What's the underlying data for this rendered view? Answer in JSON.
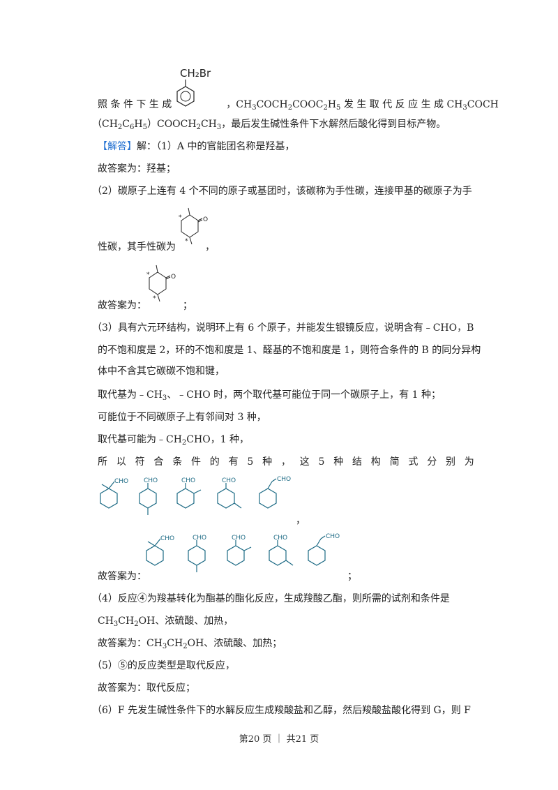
{
  "line1": {
    "a": "照 条 件 下 生 成",
    "b": "，CH",
    "c": "COCH",
    "d": "COOC",
    "e": "H",
    "f": " 发 生 取 代 反 应 生 成 CH",
    "g": "COCH"
  },
  "line2": {
    "a": "（CH",
    "b": "C",
    "c": "H",
    "d": "）COOCH",
    "e": "CH",
    "f": "，最后发生碱性条件下水解然后酸化得到目标产物。"
  },
  "answer_tag": "【解答】",
  "line3": "解：（1）A 中的官能团名称是羟基，",
  "line4": "故答案为：羟基；",
  "line5": "（2）碳原子上连有 4 个不同的原子或基团时，该碳称为手性碳，连接甲基的碳原子为手",
  "line6": {
    "a": "性碳，其手性碳为",
    "b": "，"
  },
  "line7": {
    "a": "故答案为：",
    "b": "；"
  },
  "line8": "（3）具有六元环结构，说明环上有 6 个原子，并能发生银镜反应，说明含有﹣CHO，B",
  "line9": "的不饱和度是 2，环的不饱和度是 1、醛基的不饱和度是 1，则符合条件的 B 的同分异构",
  "line10": "体中不含其它碳碳不饱和键，",
  "line11": {
    "a": "取代基为﹣CH",
    "b": "、﹣CHO 时，两个取代基可能位于同一个碳原子上，有 1 种；"
  },
  "line12": "可能位于不同碳原子上有邻间对 3 种，",
  "line13": {
    "a": "取代基可能为﹣CH",
    "b": "CHO，1 种，"
  },
  "line14": [
    "所",
    "以",
    "符",
    "合",
    "条",
    "件",
    "的",
    "有",
    "5",
    "种",
    "，",
    "这",
    "5",
    "种",
    "结",
    "构",
    "简",
    "式",
    "分",
    "别",
    "为"
  ],
  "comma": "，",
  "line16": {
    "a": "故答案为：",
    "b": "；"
  },
  "line17": "（4）反应④为羧基转化为酯基的酯化反应，生成羧酸乙酯，则所需的试剂和条件是",
  "line18": {
    "a": "CH",
    "b": "CH",
    "c": "OH、浓硫酸、加热，"
  },
  "line19": {
    "a": "故答案为：CH",
    "b": "CH",
    "c": "OH、浓硫酸、加热；"
  },
  "line20": "（5）⑤的反应类型是取代反应，",
  "line21": "故答案为：取代反应；",
  "line22": "（6）F 先发生碱性条件下的水解反应生成羧酸盐和乙醇，然后羧酸盐酸化得到 G，则 F",
  "sub2": "2",
  "sub3": "3",
  "sub5": "5",
  "sub6": "6",
  "labels": {
    "ch2br": "CH₂Br",
    "cho": "CHO",
    "o": "O",
    "star": "*"
  },
  "footer": "第20 页 ｜ 共21 页"
}
